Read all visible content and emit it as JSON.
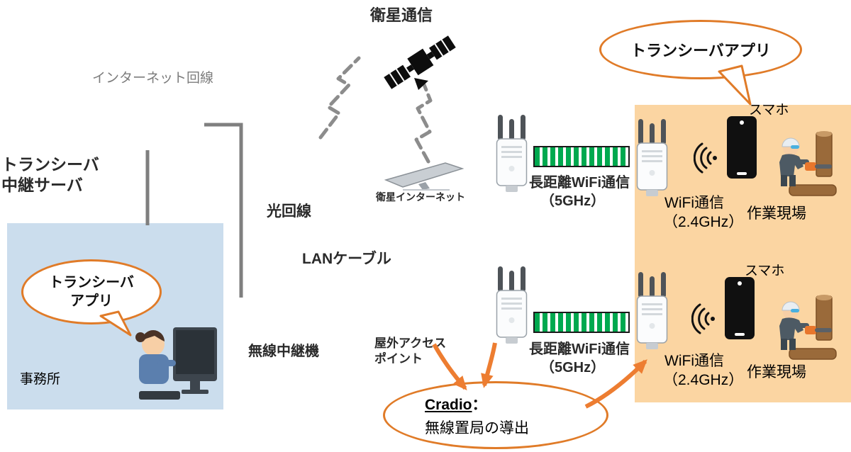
{
  "colors": {
    "accent_orange": "#e07b28",
    "arrow_orange": "#ed7d31",
    "office_box": "#cbdded",
    "site_box": "#fbd5a2",
    "bridge_green": "#00a94f",
    "connector_gray": "#7f7f7f"
  },
  "icons": {
    "satellite": "satellite-icon",
    "dish": "satellite-dish-icon",
    "access_point": "access-point-icon",
    "smartphone": "smartphone-icon",
    "wifi_signal": "wifi-signal-icon",
    "bridge": "wireless-bridge-icon",
    "worker": "chainsaw-worker-illustration",
    "office_worker": "office-worker-illustration"
  },
  "top_bubble": {
    "label": "トランシーバアプリ"
  },
  "office": {
    "bubble_line1": "トランシーバ",
    "bubble_line2": "アプリ",
    "caption": "事務所"
  },
  "network": {
    "internet_line": "インターネット回線",
    "server_line1": "トランシーバ",
    "server_line2": "中継サーバ",
    "optical_line": "光回線",
    "lan_cable": "LANケーブル",
    "satellite_label": "衛星通信",
    "dish_label": "衛星インターネット",
    "relay_label": "無線中継機",
    "outdoor_ap_line1": "屋外アクセス",
    "outdoor_ap_line2": "ポイント"
  },
  "links": [
    {
      "line1": "長距離WiFi通信",
      "line2": "（5GHz）"
    },
    {
      "line1": "長距離WiFi通信",
      "line2": "（5GHz）"
    }
  ],
  "sites": [
    {
      "phone_label": "スマホ",
      "wifi_line1": "WiFi通信",
      "wifi_line2": "（2.4GHz）",
      "site_label": "作業現場"
    },
    {
      "phone_label": "スマホ",
      "wifi_line1": "WiFi通信",
      "wifi_line2": "（2.4GHz）",
      "site_label": "作業現場"
    }
  ],
  "cradio": {
    "name": "Cradio",
    "separator": "：",
    "desc": "無線置局の導出"
  }
}
